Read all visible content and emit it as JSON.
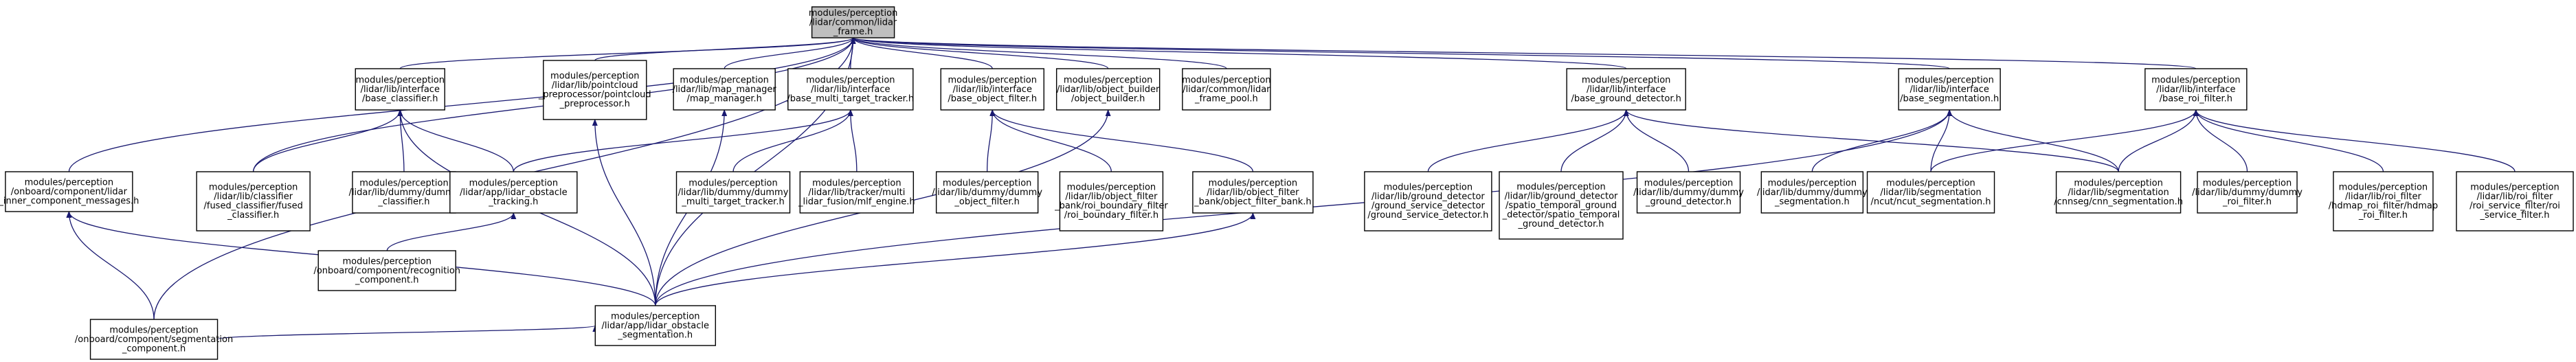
{
  "colors": {
    "edge": "#191970",
    "root_fill": "#bfbfbf",
    "node_fill": "#ffffff",
    "border": "#000000"
  },
  "nodes": [
    {
      "id": "n0",
      "root": true,
      "lines": [
        "modules/perception",
        "/lidar/common/lidar",
        "_frame.h"
      ]
    },
    {
      "id": "n1",
      "lines": [
        "modules/perception",
        "/onboard/component/lidar",
        "_inner_component_messages.h"
      ]
    },
    {
      "id": "n2",
      "lines": [
        "modules/perception",
        "/lidar/lib/interface",
        "/base_classifier.h"
      ]
    },
    {
      "id": "n3",
      "lines": [
        "modules/perception",
        "/lidar/lib/pointcloud",
        "_preprocessor/pointcloud",
        "_preprocessor.h"
      ]
    },
    {
      "id": "n4",
      "lines": [
        "modules/perception",
        "/lidar/lib/map_manager",
        "/map_manager.h"
      ]
    },
    {
      "id": "n5",
      "lines": [
        "modules/perception",
        "/lidar/lib/interface",
        "/base_multi_target_tracker.h"
      ]
    },
    {
      "id": "n6",
      "lines": [
        "modules/perception",
        "/lidar/lib/interface",
        "/base_object_filter.h"
      ]
    },
    {
      "id": "n7",
      "lines": [
        "modules/perception",
        "/lidar/lib/object_builder",
        "/object_builder.h"
      ]
    },
    {
      "id": "n8",
      "lines": [
        "modules/perception",
        "/lidar/common/lidar",
        "_frame_pool.h"
      ]
    },
    {
      "id": "n9",
      "lines": [
        "modules/perception",
        "/lidar/lib/interface",
        "/base_ground_detector.h"
      ]
    },
    {
      "id": "n10",
      "lines": [
        "modules/perception",
        "/lidar/lib/interface",
        "/base_segmentation.h"
      ]
    },
    {
      "id": "n11",
      "lines": [
        "modules/perception",
        "/lidar/lib/interface",
        "/base_roi_filter.h"
      ]
    },
    {
      "id": "n12",
      "lines": [
        "modules/perception",
        "/lidar/lib/classifier",
        "/fused_classifier/fused",
        "_classifier.h"
      ]
    },
    {
      "id": "n13",
      "lines": [
        "modules/perception",
        "/lidar/lib/dummy/dummy",
        "_classifier.h"
      ]
    },
    {
      "id": "n14",
      "lines": [
        "modules/perception",
        "/lidar/app/lidar_obstacle",
        "_tracking.h"
      ]
    },
    {
      "id": "n15",
      "lines": [
        "modules/perception",
        "/lidar/lib/dummy/dummy",
        "_multi_target_tracker.h"
      ]
    },
    {
      "id": "n16",
      "lines": [
        "modules/perception",
        "/lidar/lib/tracker/multi",
        "_lidar_fusion/mlf_engine.h"
      ]
    },
    {
      "id": "n17",
      "lines": [
        "modules/perception",
        "/lidar/lib/dummy/dummy",
        "_object_filter.h"
      ]
    },
    {
      "id": "n18",
      "lines": [
        "modules/perception",
        "/lidar/lib/object_filter",
        "_bank/roi_boundary_filter",
        "/roi_boundary_filter.h"
      ]
    },
    {
      "id": "n19",
      "lines": [
        "modules/perception",
        "/lidar/lib/object_filter",
        "_bank/object_filter_bank.h"
      ]
    },
    {
      "id": "n20",
      "lines": [
        "modules/perception",
        "/lidar/lib/ground_detector",
        "/ground_service_detector",
        "/ground_service_detector.h"
      ]
    },
    {
      "id": "n21",
      "lines": [
        "modules/perception",
        "/lidar/lib/ground_detector",
        "/spatio_temporal_ground",
        "_detector/spatio_temporal",
        "_ground_detector.h"
      ]
    },
    {
      "id": "n22",
      "lines": [
        "modules/perception",
        "/lidar/lib/dummy/dummy",
        "_ground_detector.h"
      ]
    },
    {
      "id": "n23",
      "lines": [
        "modules/perception",
        "/lidar/lib/dummy/dummy",
        "_segmentation.h"
      ]
    },
    {
      "id": "n24",
      "lines": [
        "modules/perception",
        "/lidar/lib/segmentation",
        "/ncut/ncut_segmentation.h"
      ]
    },
    {
      "id": "n25",
      "lines": [
        "modules/perception",
        "/lidar/lib/segmentation",
        "/cnnseg/cnn_segmentation.h"
      ]
    },
    {
      "id": "n26",
      "lines": [
        "modules/perception",
        "/lidar/lib/dummy/dummy",
        "_roi_filter.h"
      ]
    },
    {
      "id": "n27",
      "lines": [
        "modules/perception",
        "/lidar/lib/roi_filter",
        "/hdmap_roi_filter/hdmap",
        "_roi_filter.h"
      ]
    },
    {
      "id": "n28",
      "lines": [
        "modules/perception",
        "/lidar/lib/roi_filter",
        "/roi_service_filter/roi",
        "_service_filter.h"
      ]
    },
    {
      "id": "n29",
      "lines": [
        "modules/perception",
        "/onboard/component/recognition",
        "_component.h"
      ]
    },
    {
      "id": "n30",
      "lines": [
        "modules/perception",
        "/lidar/app/lidar_obstacle",
        "_segmentation.h"
      ]
    },
    {
      "id": "n31",
      "lines": [
        "modules/perception",
        "/onboard/component/segmentation",
        "_component.h"
      ]
    }
  ],
  "edges": [
    [
      "n1",
      "n0"
    ],
    [
      "n2",
      "n0"
    ],
    [
      "n3",
      "n0"
    ],
    [
      "n4",
      "n0"
    ],
    [
      "n5",
      "n0"
    ],
    [
      "n6",
      "n0"
    ],
    [
      "n7",
      "n0"
    ],
    [
      "n8",
      "n0"
    ],
    [
      "n9",
      "n0"
    ],
    [
      "n10",
      "n0"
    ],
    [
      "n11",
      "n0"
    ],
    [
      "n12",
      "n0"
    ],
    [
      "n31",
      "n0"
    ],
    [
      "n30",
      "n0"
    ],
    [
      "n12",
      "n2"
    ],
    [
      "n13",
      "n2"
    ],
    [
      "n14",
      "n2"
    ],
    [
      "n30",
      "n2"
    ],
    [
      "n30",
      "n3"
    ],
    [
      "n30",
      "n4"
    ],
    [
      "n14",
      "n5"
    ],
    [
      "n15",
      "n5"
    ],
    [
      "n16",
      "n5"
    ],
    [
      "n17",
      "n6"
    ],
    [
      "n18",
      "n6"
    ],
    [
      "n19",
      "n6"
    ],
    [
      "n30",
      "n7"
    ],
    [
      "n20",
      "n9"
    ],
    [
      "n21",
      "n9"
    ],
    [
      "n22",
      "n9"
    ],
    [
      "n25",
      "n9"
    ],
    [
      "n23",
      "n10"
    ],
    [
      "n24",
      "n10"
    ],
    [
      "n25",
      "n10"
    ],
    [
      "n30",
      "n10"
    ],
    [
      "n24",
      "n11"
    ],
    [
      "n25",
      "n11"
    ],
    [
      "n26",
      "n11"
    ],
    [
      "n27",
      "n11"
    ],
    [
      "n28",
      "n11"
    ],
    [
      "n30",
      "n1"
    ],
    [
      "n31",
      "n1"
    ],
    [
      "n29",
      "n14"
    ],
    [
      "n30",
      "n19"
    ],
    [
      "n31",
      "n30"
    ]
  ]
}
